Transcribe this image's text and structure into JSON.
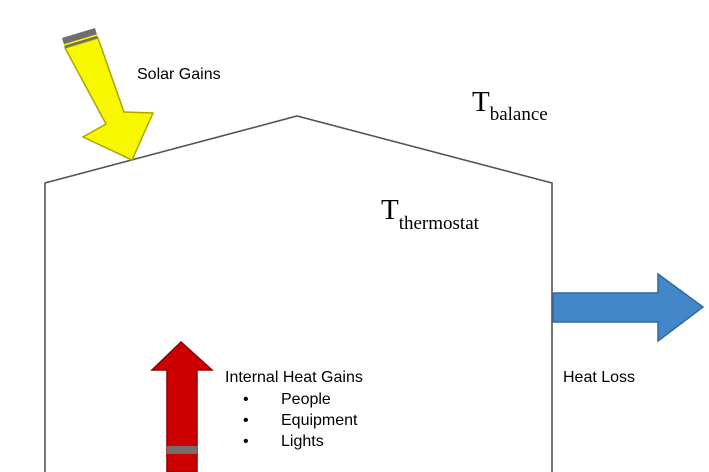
{
  "labels": {
    "solar_gains": "Solar Gains",
    "t_balance_main": "T",
    "t_balance_sub": "balance",
    "t_thermostat_main": "T",
    "t_thermostat_sub": "thermostat",
    "internal_heat_gains": "Internal Heat Gains",
    "heat_loss": "Heat Loss"
  },
  "internal_gains_list": [
    "People",
    "Equipment",
    "Lights"
  ],
  "bullet": "•",
  "colors": {
    "solar_arrow_fill": "#f7f700",
    "solar_arrow_stroke": "#a8a800",
    "solar_arrow_cap": "#6e6e6e",
    "internal_arrow_fill": "#cc0000",
    "internal_arrow_stroke": "#8a0000",
    "internal_arrow_cap": "#7a6a6a",
    "heat_loss_arrow_fill": "#4487c9",
    "heat_loss_arrow_stroke": "#2f6aa3",
    "building_outline": "#555555",
    "text": "#000000"
  }
}
